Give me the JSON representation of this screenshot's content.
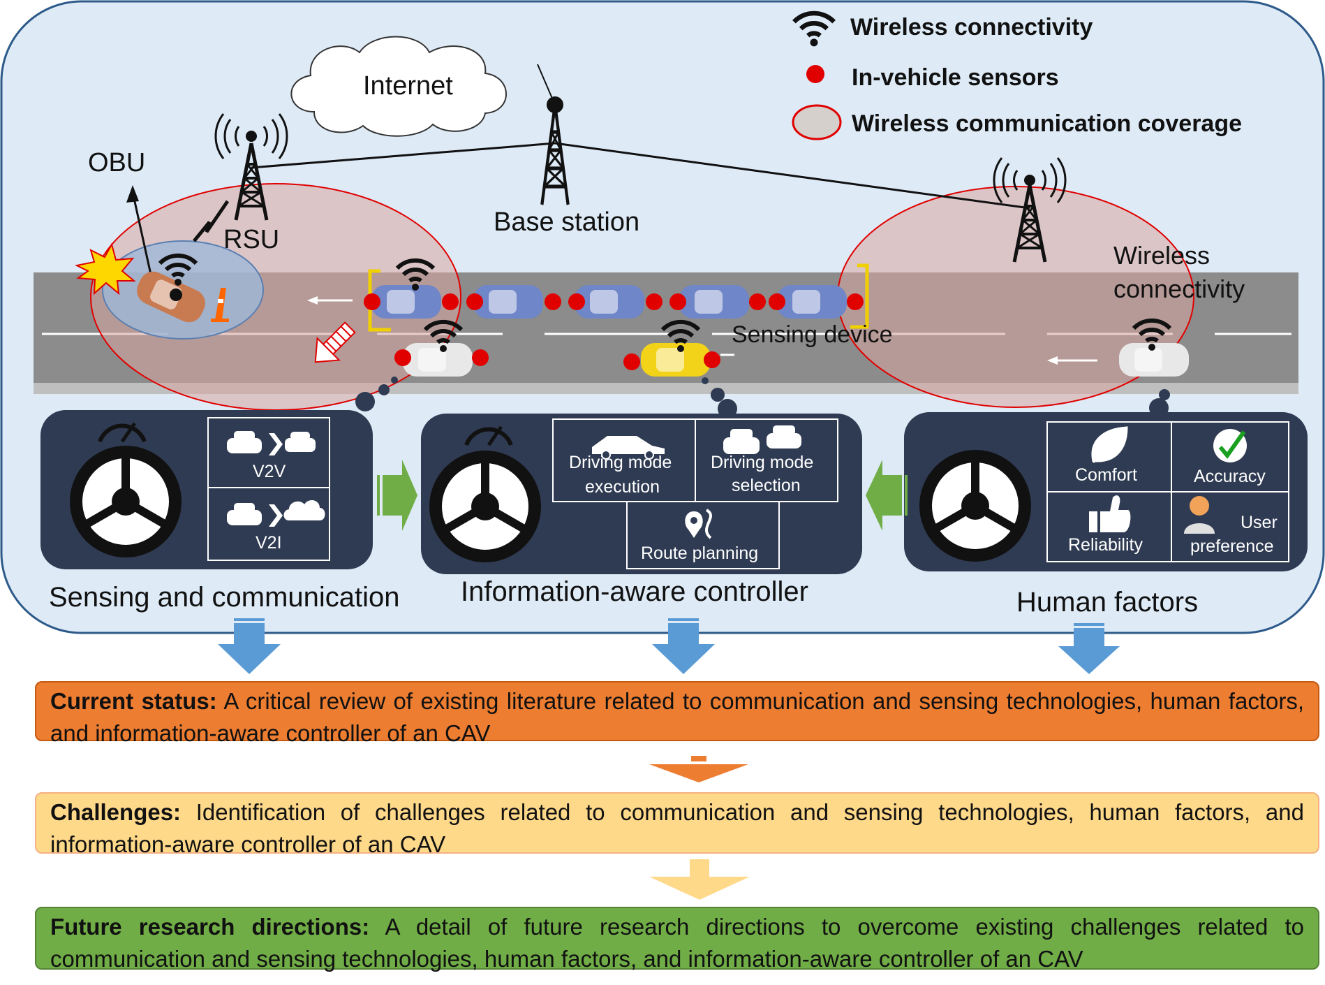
{
  "legend": {
    "wireless_connectivity": "Wireless connectivity",
    "in_vehicle_sensors": "In-vehicle sensors",
    "coverage": "Wireless communication coverage"
  },
  "scene": {
    "internet": "Internet",
    "obu": "OBU",
    "rsu": "RSU",
    "base_station": "Base station",
    "wireless_connectivity": [
      "Wireless",
      "connectivity"
    ],
    "sensing_device": "Sensing device"
  },
  "panels": {
    "sensing": {
      "title": "Sensing and communication",
      "v2v": "V2V",
      "v2i": "V2I"
    },
    "controller": {
      "title": "Information-aware controller",
      "execution": [
        "Driving mode",
        "execution"
      ],
      "selection": [
        "Driving mode",
        "selection"
      ],
      "route": "Route planning"
    },
    "human": {
      "title": "Human factors",
      "comfort": "Comfort",
      "accuracy": "Accuracy",
      "reliability": "Reliability",
      "preference": [
        "User",
        "preference"
      ]
    }
  },
  "boxes": {
    "status": {
      "lead": "Current status:",
      "text": " A critical review of existing literature related to communication and sensing technologies, human factors, and information-aware controller of an CAV"
    },
    "challenges": {
      "lead": "Challenges:",
      "text": " Identification of challenges related to communication and sensing technologies, human factors, and information-aware controller of an CAV"
    },
    "future": {
      "lead": "Future research directions:",
      "text": " A detail of future research directions to overcome existing challenges related to communication and sensing technologies, human factors, and information-aware controller of an CAV"
    }
  },
  "colors": {
    "background_panel": "#deebf7",
    "dark_panel": "#2f3b52",
    "sensor_red": "#e00000",
    "blue_arrow": "#5b9bd5",
    "green_arrow": "#70ad47",
    "orange": "#ed7d31",
    "yellow": "#ffd98a",
    "green_box": "#70ad47"
  }
}
